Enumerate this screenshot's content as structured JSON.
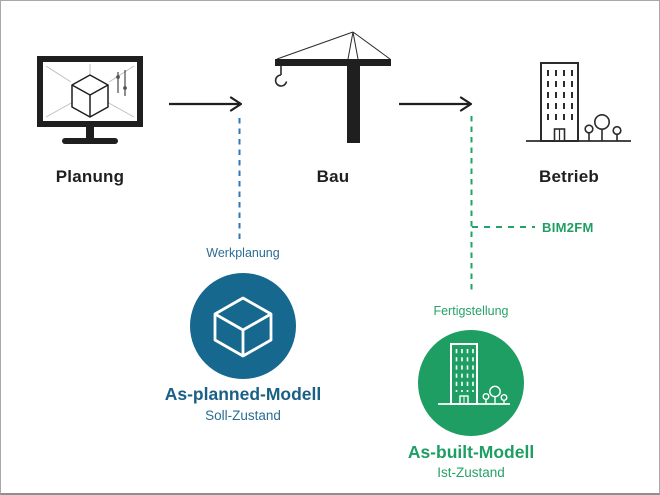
{
  "palette": {
    "ink": "#1f1f1f",
    "border": "#a8a8a8",
    "blue_circle": "#17688e",
    "blue_heading": "#1a5f85",
    "blue_caption": "#2b6d94",
    "blue_dash": "#2e77b8",
    "green_main": "#1f9e63",
    "green_caption": "#26a269",
    "green_dash": "#22a369"
  },
  "phases": [
    {
      "label": "Planung",
      "icon": "monitor-3d-model-icon"
    },
    {
      "label": "Bau",
      "icon": "crane-icon"
    },
    {
      "label": "Betrieb",
      "icon": "building-icon"
    }
  ],
  "connectors": {
    "werkplanung_label": "Werkplanung",
    "fertigstellung_label": "Fertigstellung",
    "bim2fm_label": "BIM2FM"
  },
  "models": [
    {
      "title": "As-planned-Modell",
      "subtitle": "Soll-Zustand",
      "icon": "cube-icon",
      "color": "#17688e"
    },
    {
      "title": "As-built-Modell",
      "subtitle": "Ist-Zustand",
      "icon": "building-icon",
      "color": "#1f9e63"
    }
  ]
}
